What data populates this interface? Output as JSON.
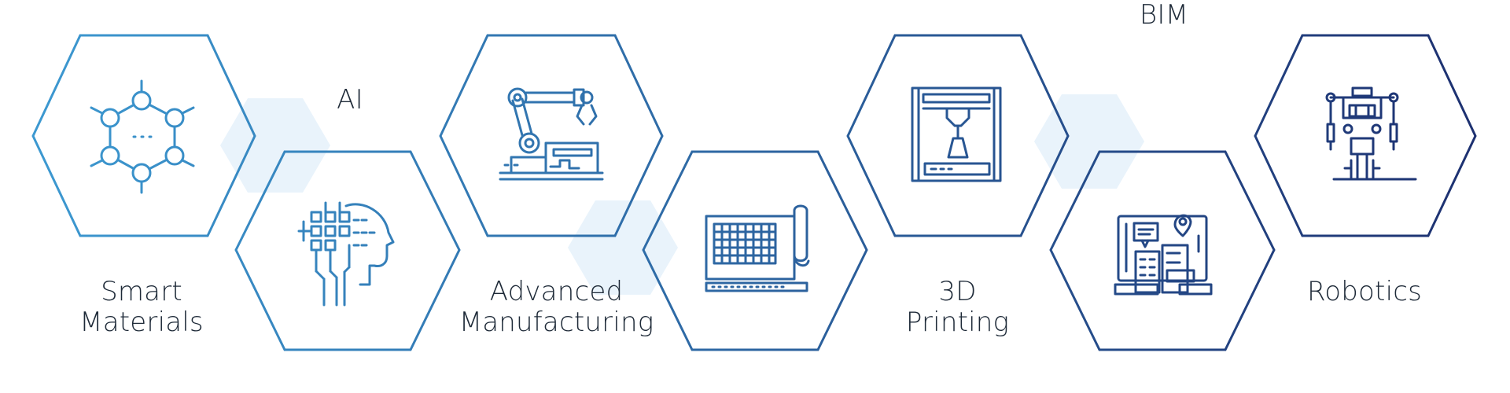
{
  "colors": {
    "background": "#ffffff",
    "light_hex": "#e9f3fb",
    "gradient_start": "#3d9bd3",
    "gradient_end": "#1c2e6e",
    "label_text": "#1e2a38"
  },
  "technologies": [
    {
      "id": "smart-materials",
      "label_lines": [
        "Smart",
        "Materials"
      ],
      "icon": "molecule-icon"
    },
    {
      "id": "ai",
      "label_lines": [
        "AI"
      ],
      "icon": "ai-brain-head-icon"
    },
    {
      "id": "advanced-manufacturing",
      "label_lines": [
        "Advanced",
        "Manufacturing"
      ],
      "icon": "robotic-arm-icon"
    },
    {
      "id": "blueprint",
      "label_lines": [],
      "icon": "blueprint-icon"
    },
    {
      "id": "3d-printing",
      "label_lines": [
        "3D",
        "Printing"
      ],
      "icon": "3d-printer-icon"
    },
    {
      "id": "bim",
      "label_lines": [
        "BIM"
      ],
      "icon": "bim-building-icon"
    },
    {
      "id": "robotics",
      "label_lines": [
        "Robotics"
      ],
      "icon": "robot-icon"
    }
  ]
}
